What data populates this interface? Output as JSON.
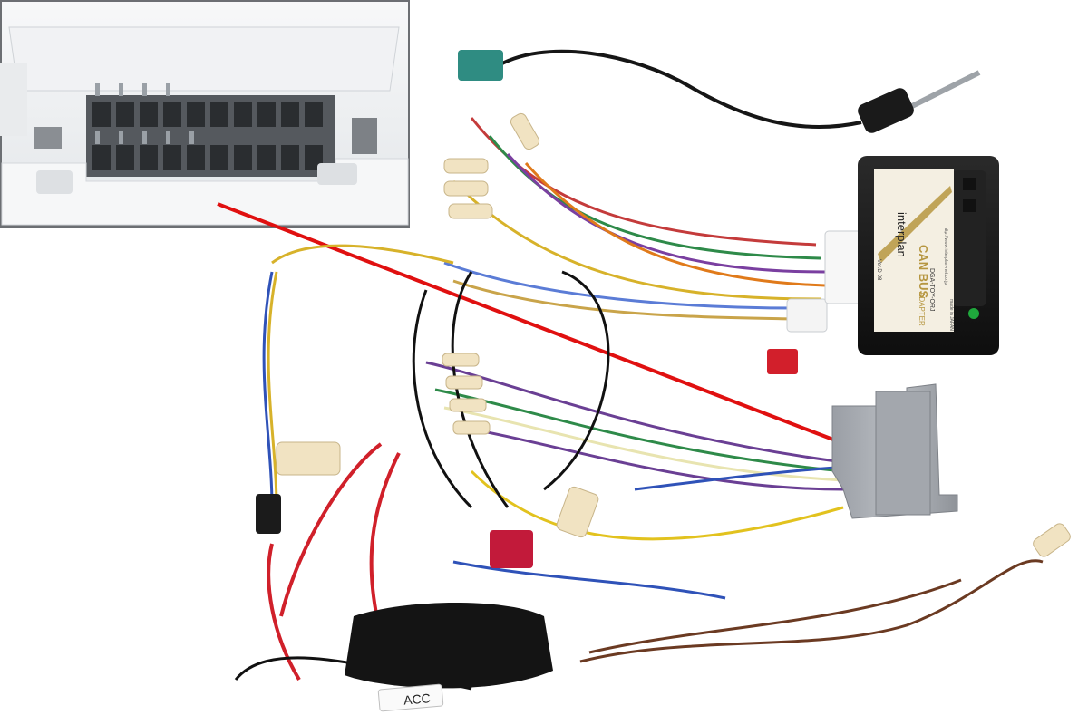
{
  "adapter": {
    "brand": "interplan",
    "product": "CAN BUS",
    "product_sub": "ADAPTER",
    "model": "DGA-TOY-ORJ",
    "version": "Ver.D-08",
    "url": "http://www.interplan-net.co.jp",
    "origin": "made in JAPAN",
    "colors": {
      "case": "#1b1b1b",
      "label": "#f4efe2",
      "stripe": "#b69640",
      "led": "#1fa83c"
    }
  },
  "tag": {
    "text": "ACC"
  },
  "colors": {
    "background": "#ffffff",
    "pointer_line": "#e01010",
    "inset_connector": "#eef0f2",
    "gray_connector": "#a9adb3"
  }
}
